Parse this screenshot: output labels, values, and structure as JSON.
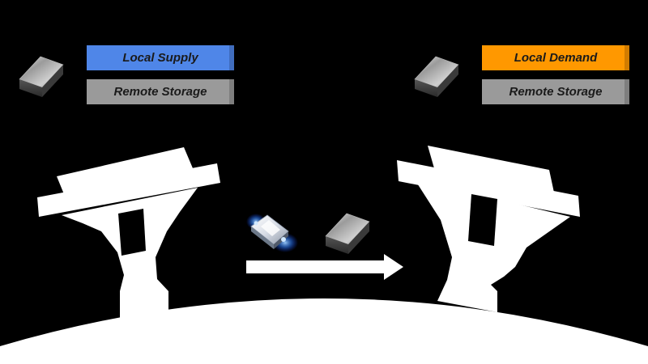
{
  "colors": {
    "background": "#000000",
    "supply_blue": "#4f86e8",
    "demand_orange": "#ff9800",
    "storage_gray": "#9a9a9a",
    "white": "#ffffff"
  },
  "left_station": {
    "supply_label": "Local Supply",
    "storage_label": "Remote Storage",
    "item_icon": "metal-plate-icon"
  },
  "right_station": {
    "demand_label": "Local Demand",
    "storage_label": "Remote Storage",
    "item_icon": "metal-plate-icon"
  },
  "transfer": {
    "vessel_icon": "logistics-drone-icon",
    "cargo_icon": "metal-plate-icon",
    "direction": "left-to-right"
  }
}
